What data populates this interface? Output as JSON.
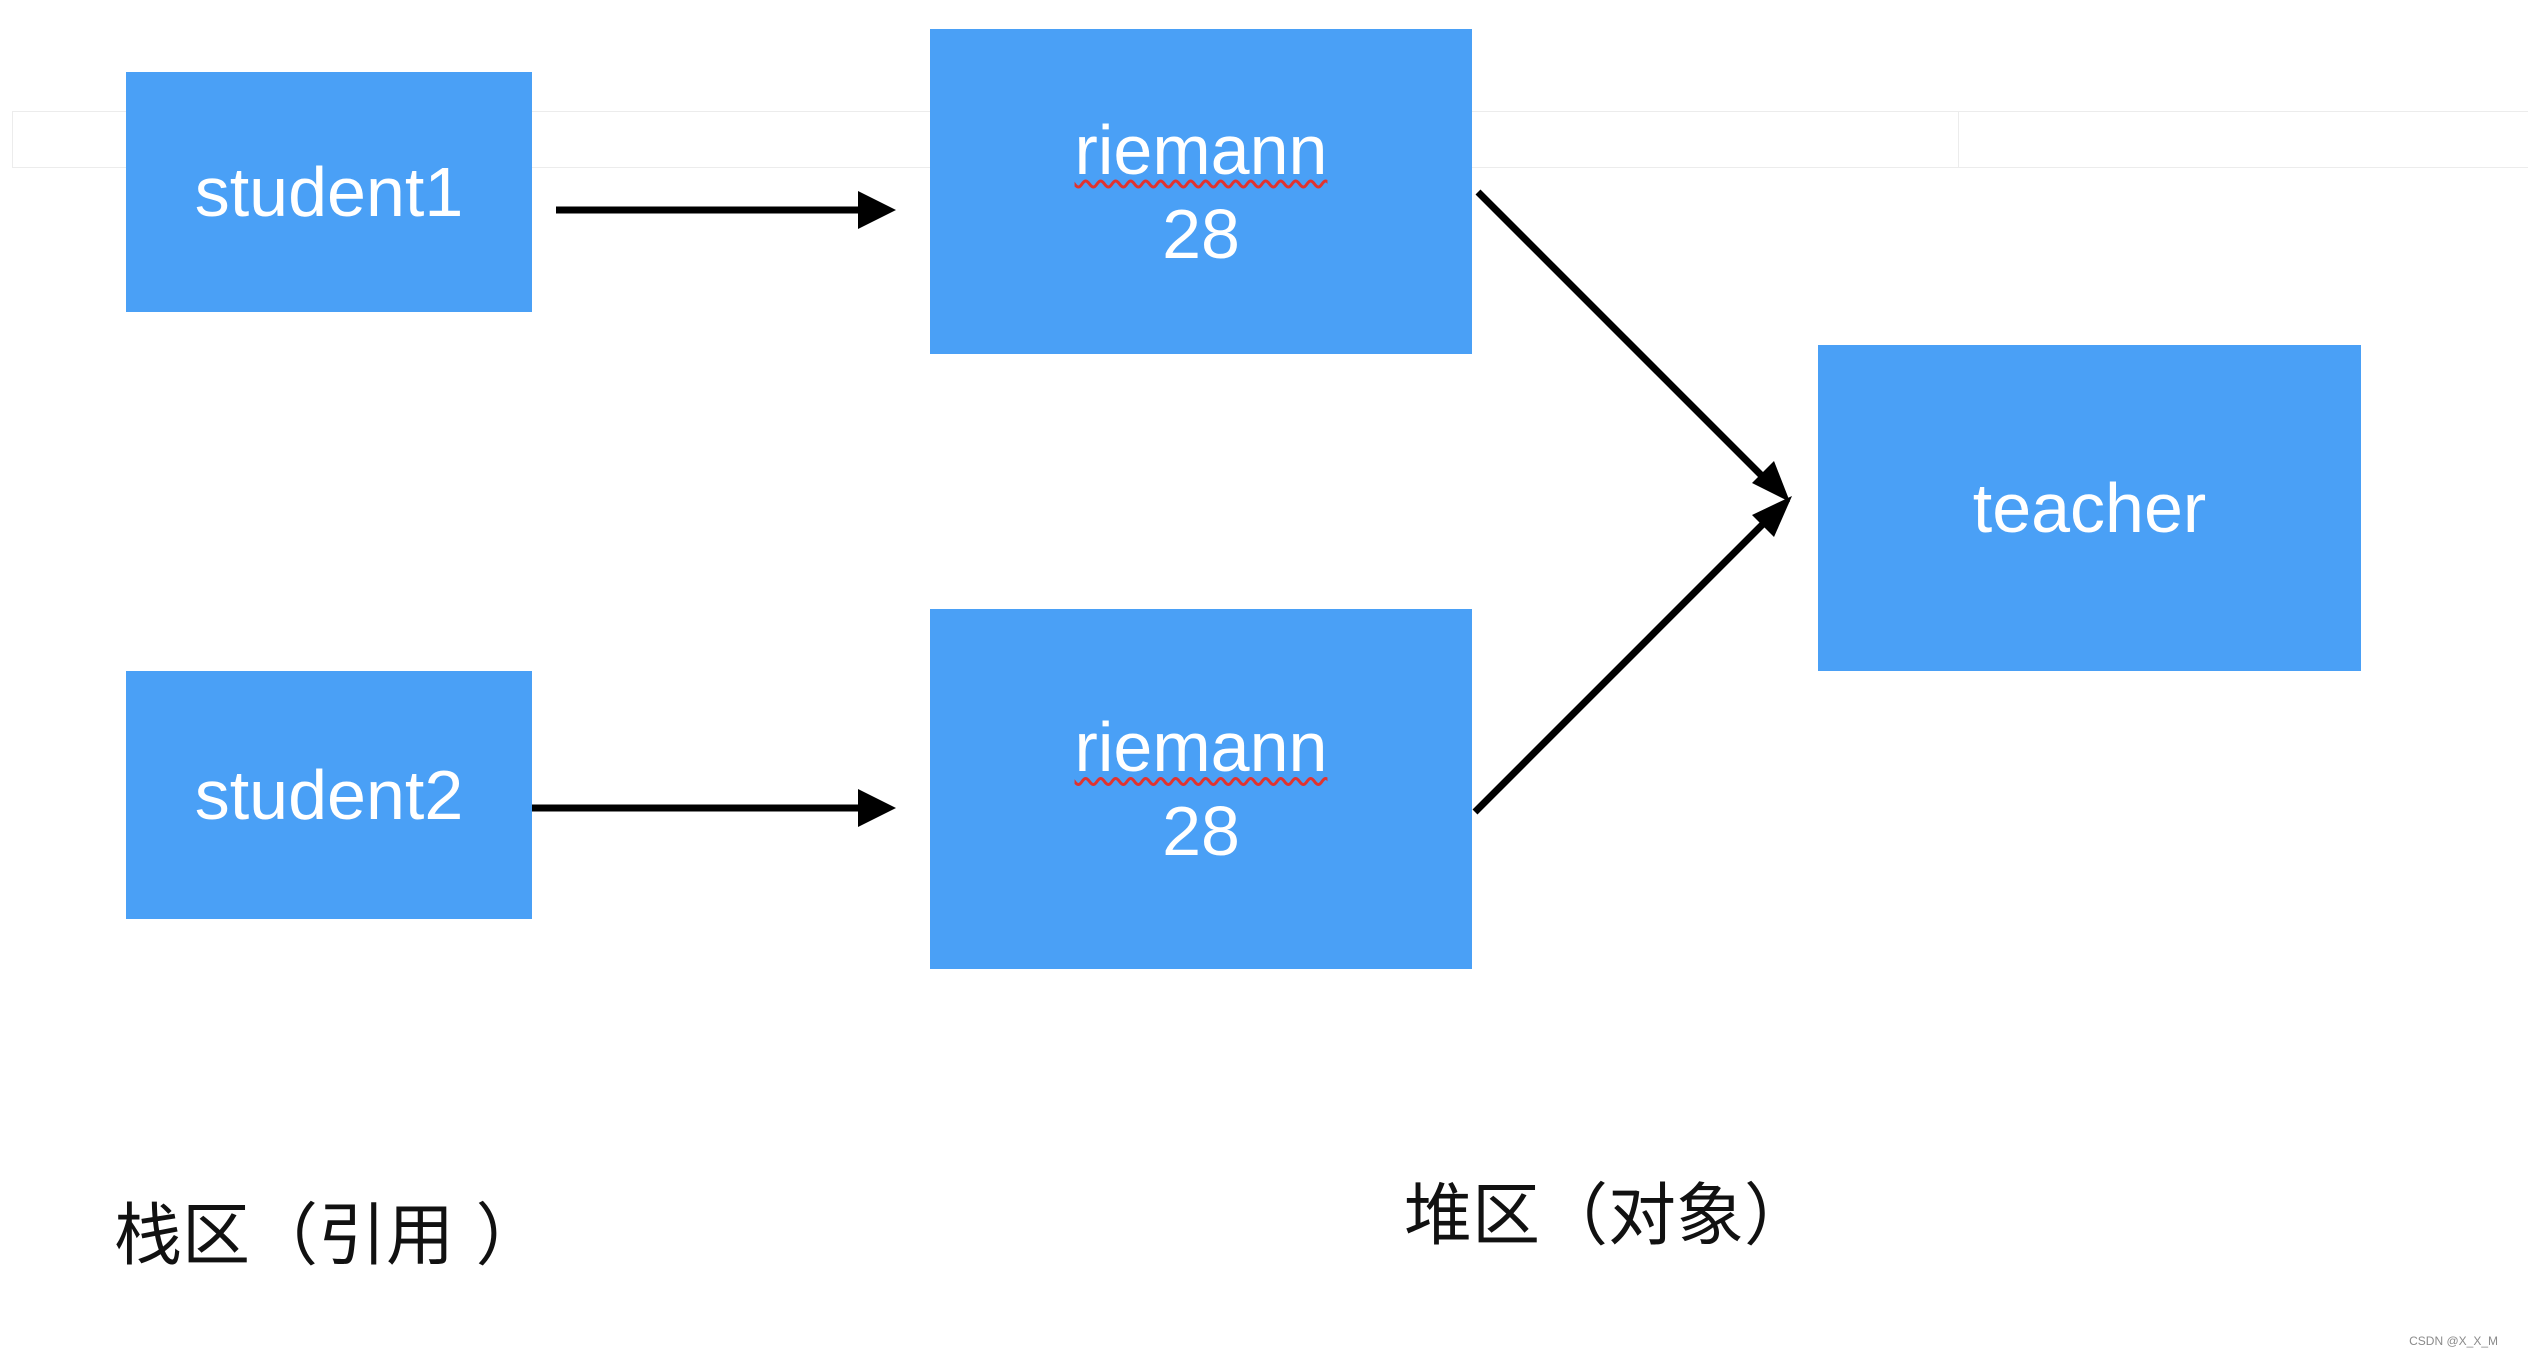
{
  "stack": {
    "label": "栈区（引用 ）",
    "references": [
      {
        "name": "student1"
      },
      {
        "name": "student2"
      }
    ]
  },
  "heap": {
    "label": "堆区（对象）",
    "objects": [
      {
        "name": "riemann",
        "age": "28"
      },
      {
        "name": "riemann",
        "age": "28"
      }
    ],
    "shared_object": {
      "name": "teacher"
    }
  },
  "colors": {
    "box": "#4aa0f6",
    "arrow": "#000000",
    "spellcheck": "#e0332f"
  },
  "watermark": "CSDN @X_X_M"
}
